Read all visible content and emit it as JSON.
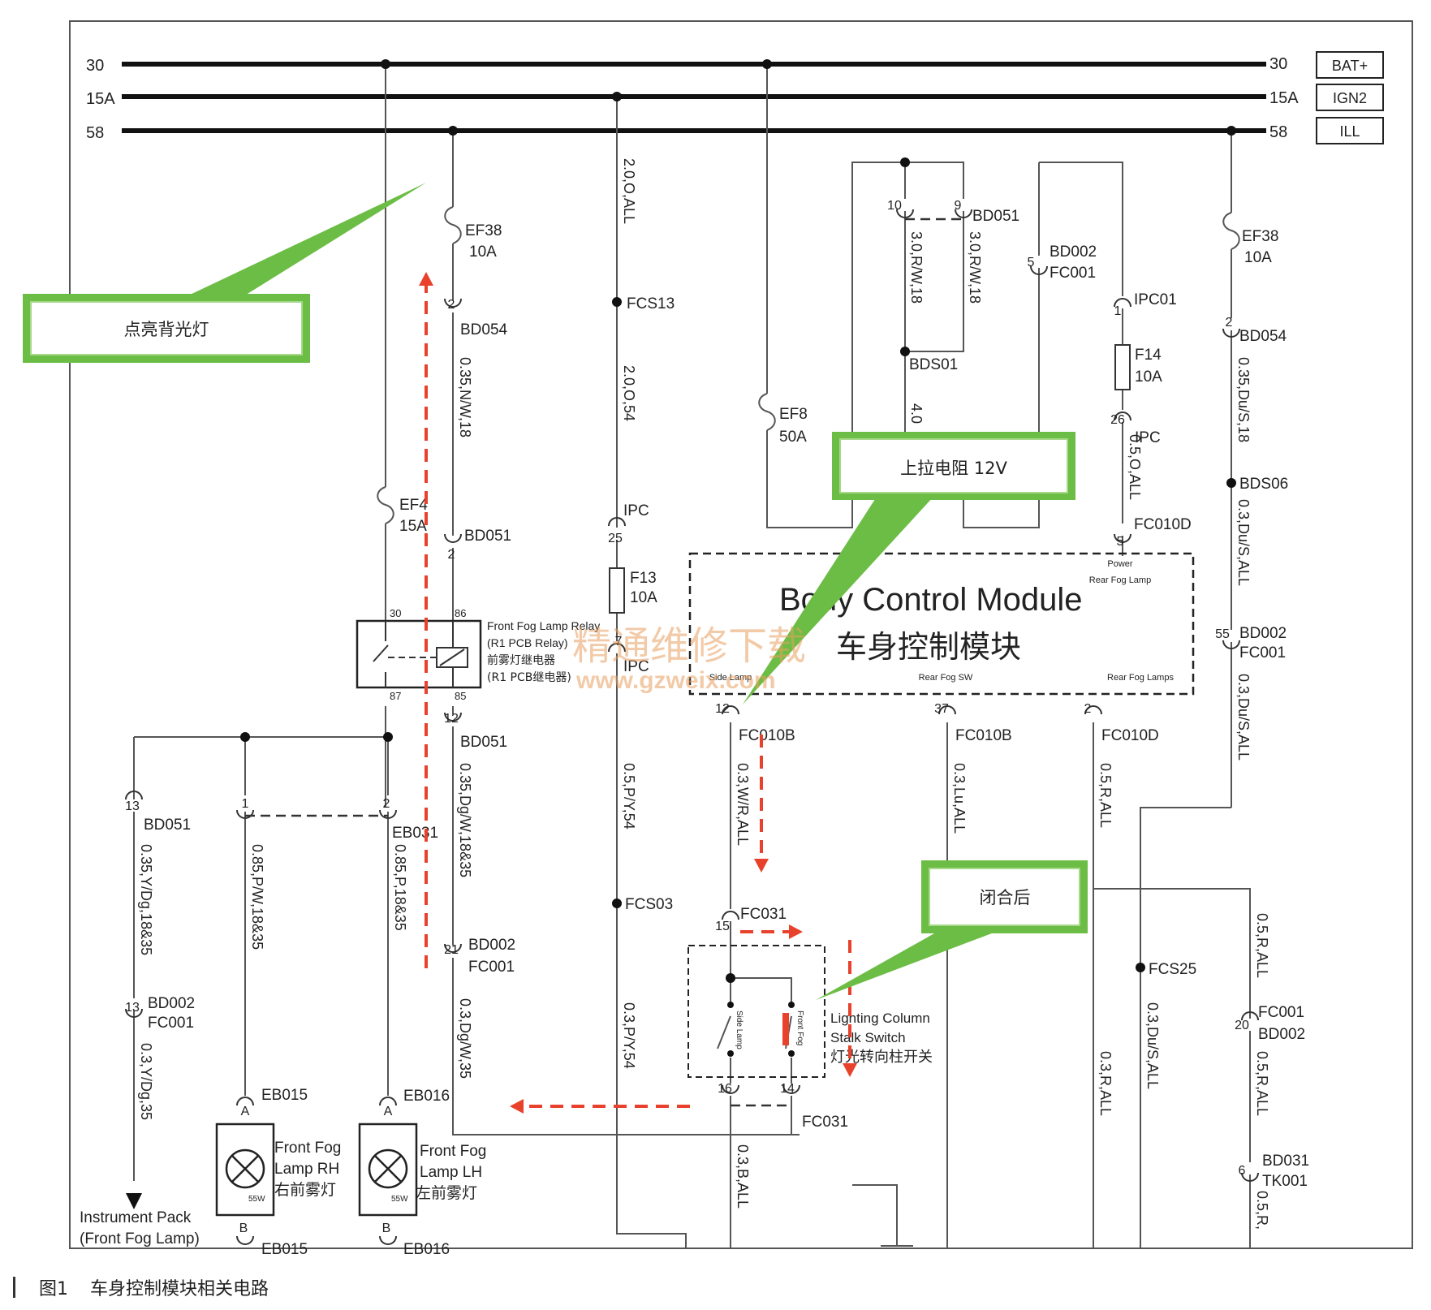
{
  "buses": [
    {
      "left": "30",
      "right": "30",
      "tag": "BAT+"
    },
    {
      "left": "15A",
      "right": "15A",
      "tag": "IGN2"
    },
    {
      "left": "58",
      "right": "58",
      "tag": "ILL"
    }
  ],
  "callouts": {
    "backlight": "点亮背光灯",
    "pullup": "上拉电阻 12V",
    "closed": "闭合后"
  },
  "bcm": {
    "title_en": "Body Control Module",
    "title_cn": "车身控制模块",
    "power_rear_fog_1": "Power",
    "power_rear_fog_2": "Rear Fog Lamp",
    "side_lamp": "Side Lamp",
    "rear_fog_sw": "Rear Fog SW",
    "rear_fog_lamps": "Rear Fog Lamps",
    "pin_12": "12",
    "pin_37": "37",
    "pin_2": "2",
    "pin_5": "5"
  },
  "relay": {
    "line1": "Front Fog Lamp Relay",
    "line2": "(R1 PCB Relay)",
    "line3": "前雾灯继电器",
    "line4": "(R1 PCB继电器)",
    "pin30": "30",
    "pin86": "86",
    "pin87": "87",
    "pin85": "85"
  },
  "switch": {
    "line1": "Lighting Column",
    "line2": "Stalk Switch",
    "line3": "灯光转向柱开关",
    "side_lamp": "Side Lamp",
    "front_fog": "Front Fog"
  },
  "lamps": {
    "rh": {
      "line1": "Front Fog",
      "line2": "Lamp RH",
      "line3": "右前雾灯",
      "watt": "55W"
    },
    "lh": {
      "line1": "Front Fog",
      "line2": "Lamp LH",
      "line3": "左前雾灯",
      "watt": "55W"
    }
  },
  "instrument": {
    "line1": "Instrument Pack",
    "line2": "(Front Fog Lamp)"
  },
  "watermark": {
    "cn": "精通维修下载",
    "url": "www.gzweix.com"
  },
  "labels": {
    "ef38a": "EF38",
    "ef38a_amp": "10A",
    "ef38b": "EF38",
    "ef38b_amp": "10A",
    "ef4": "EF4",
    "ef4_amp": "15A",
    "ef8": "EF8",
    "ef8_amp": "50A",
    "f13": "F13",
    "f13_amp": "10A",
    "f14": "F14",
    "f14_amp": "10A",
    "bd054a": "BD054",
    "bd054b": "BD054",
    "bd051_2": "BD051",
    "bd051_12": "BD051",
    "bd051_13": "BD051",
    "bd051_top": "BD051",
    "bd002_21": "BD002",
    "fc001_21": "FC001",
    "bd002_13": "BD002",
    "fc001_13": "FC001",
    "bd002_5": "BD002",
    "fc001_5": "FC001",
    "bd002_55": "BD002",
    "fc001_55": "FC001",
    "fc001_20": "FC001",
    "bd002_20": "BD002",
    "bd031": "BD031",
    "tk001": "TK001",
    "fcs13": "FCS13",
    "fcs03": "FCS03",
    "fcs25": "FCS25",
    "bds01": "BDS01",
    "bds06": "BDS06",
    "ipc01": "IPC01",
    "ipc_26": "IPC",
    "ipc_25": "IPC",
    "ipc_7": "IPC",
    "fc010b_12": "FC010B",
    "fc010b_37": "FC010B",
    "fc010d_2": "FC010D",
    "fc010d_5": "FC010D",
    "fc031_15": "FC031",
    "fc031_16": "FC031",
    "eb031": "EB031",
    "eb015": "EB015",
    "eb016": "EB016",
    "eb015b": "EB015",
    "eb016b": "EB016"
  },
  "pins": {
    "p2a": "2",
    "p2b": "2",
    "p2c": "2",
    "p12": "12",
    "p13a": "13",
    "p13b": "13",
    "p21": "21",
    "p25": "25",
    "p7": "7",
    "p26": "26",
    "p1": "1",
    "p5": "5",
    "p10": "10",
    "p9": "9",
    "p55": "55",
    "p20": "20",
    "p6": "6",
    "p15": "15",
    "p16": "16",
    "p14": "14",
    "e1": "1",
    "e2": "2",
    "ea1": "A",
    "ea2": "A",
    "eb1": "B",
    "eb2": "B"
  },
  "wires": {
    "w1": "2.0,O,ALL",
    "w2": "2.0,O,54",
    "w3": "0.35,N/W,18",
    "w4": "0.35,Dg/W,18&35",
    "w5": "0.3,Dg/W,35",
    "w6": "0.35,Y/Dg,18&35",
    "w7": "0.3,Y/Dg,35",
    "w8": "0.85,P/W,18&35",
    "w9": "0.85,P,18&35",
    "w10": "0.5,P/Y,54",
    "w11": "0.3,P/Y,54",
    "w12": "3.0,R/W,18",
    "w13": "3.0,R/W,18",
    "w14": "4.0",
    "w15": "0.5,O,ALL",
    "w16": "0.35,Du/S,18",
    "w17": "0.3,Du/S,ALL",
    "w18": "0.3,Du/S,ALL",
    "w19": "0.3,W/R,ALL",
    "w20": "0.3,Lu,ALL",
    "w21": "0.5,R,ALL",
    "w22": "0.3,Du/S,ALL",
    "w23": "0.3,R,ALL",
    "w24": "0.5,R,ALL",
    "w25": "0.5,R,ALL",
    "w26": "0.5,R,",
    "w27": "0.3,B,ALL"
  },
  "caption": {
    "fig": "图1",
    "text": "车身控制模块相关电路"
  },
  "colors": {
    "wire": "#555555",
    "bus": "#111111",
    "callout": "#6cbd45",
    "arrow": "#e8412c"
  }
}
